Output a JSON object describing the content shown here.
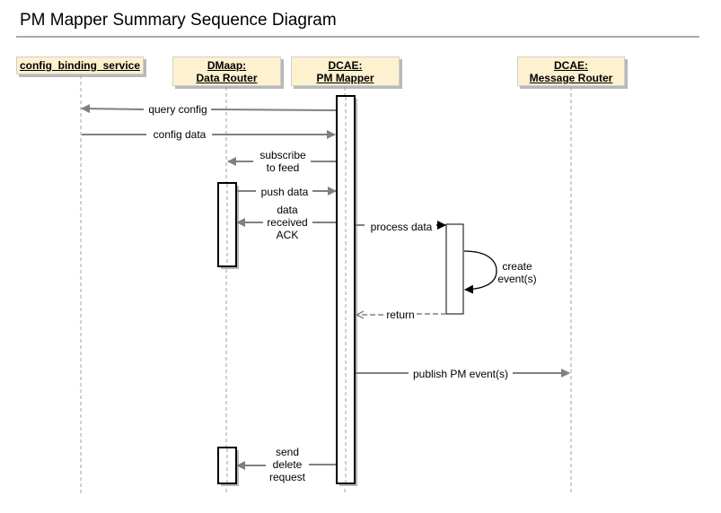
{
  "title": "PM Mapper Summary Sequence Diagram",
  "actors": {
    "cbs": {
      "lines": [
        "config_binding_service"
      ]
    },
    "dmaap": {
      "lines": [
        "DMaap:",
        "Data Router"
      ]
    },
    "pmmapper": {
      "lines": [
        "DCAE:",
        "PM Mapper"
      ]
    },
    "msgrouter": {
      "lines": [
        "DCAE:",
        "Message Router"
      ]
    }
  },
  "messages": {
    "query_config": [
      "query config"
    ],
    "config_data": [
      "config data"
    ],
    "subscribe": [
      "subscribe",
      "to feed"
    ],
    "push_data": [
      "push data"
    ],
    "data_received": [
      "data",
      "received",
      "ACK"
    ],
    "process_data": [
      "process data"
    ],
    "create_events": [
      "create",
      "event(s)"
    ],
    "return": [
      "return"
    ],
    "publish": [
      "publish PM event(s)"
    ],
    "send_delete": [
      "send",
      "delete",
      "request"
    ]
  },
  "colors": {
    "arrow": "#808080",
    "lifeline": "#a0a0a0",
    "actor_fill": "#fdf1cf",
    "shadow": "#b8b8b8"
  }
}
